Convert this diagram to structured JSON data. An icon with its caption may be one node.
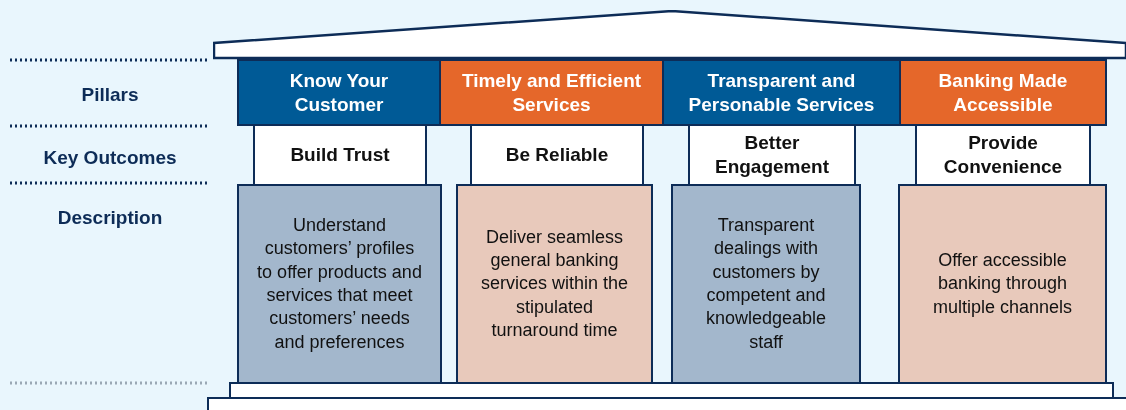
{
  "diagram": {
    "nodes": [
      {
        "text": [],
        "shape": "triangle"
      },
      {
        "text": [
          "Know Your Customer"
        ]
      },
      {
        "text": [
          "Timely and Efficient Services"
        ]
      },
      {
        "text": [
          "Transparent and Personable Services"
        ]
      },
      {
        "text": [
          "Banking Made Accessible"
        ]
      },
      {
        "text": [
          "Build Trust"
        ]
      },
      {
        "text": [
          "Be Reliable"
        ]
      },
      {
        "text": [
          "Better Engagement"
        ]
      },
      {
        "text": [
          "Provide Convenience"
        ]
      },
      {
        "text": [
          "Understand customers’ profiles to offer products and services that meet customers’ needs and preferences"
        ]
      },
      {
        "text": [
          "Deliver seamless general banking services within the stipulated turnaround time"
        ]
      },
      {
        "text": [
          "Transparent dealings with customers by competent and knowledgeable staff"
        ]
      },
      {
        "text": [
          "Offer accessible banking through multiple channels"
        ]
      },
      {
        "text": [],
        "shape": "box"
      },
      {
        "text": [],
        "shape": "box"
      }
    ],
    "labels": [
      "Pillars",
      "Key Outcomes",
      "Description"
    ]
  }
}
